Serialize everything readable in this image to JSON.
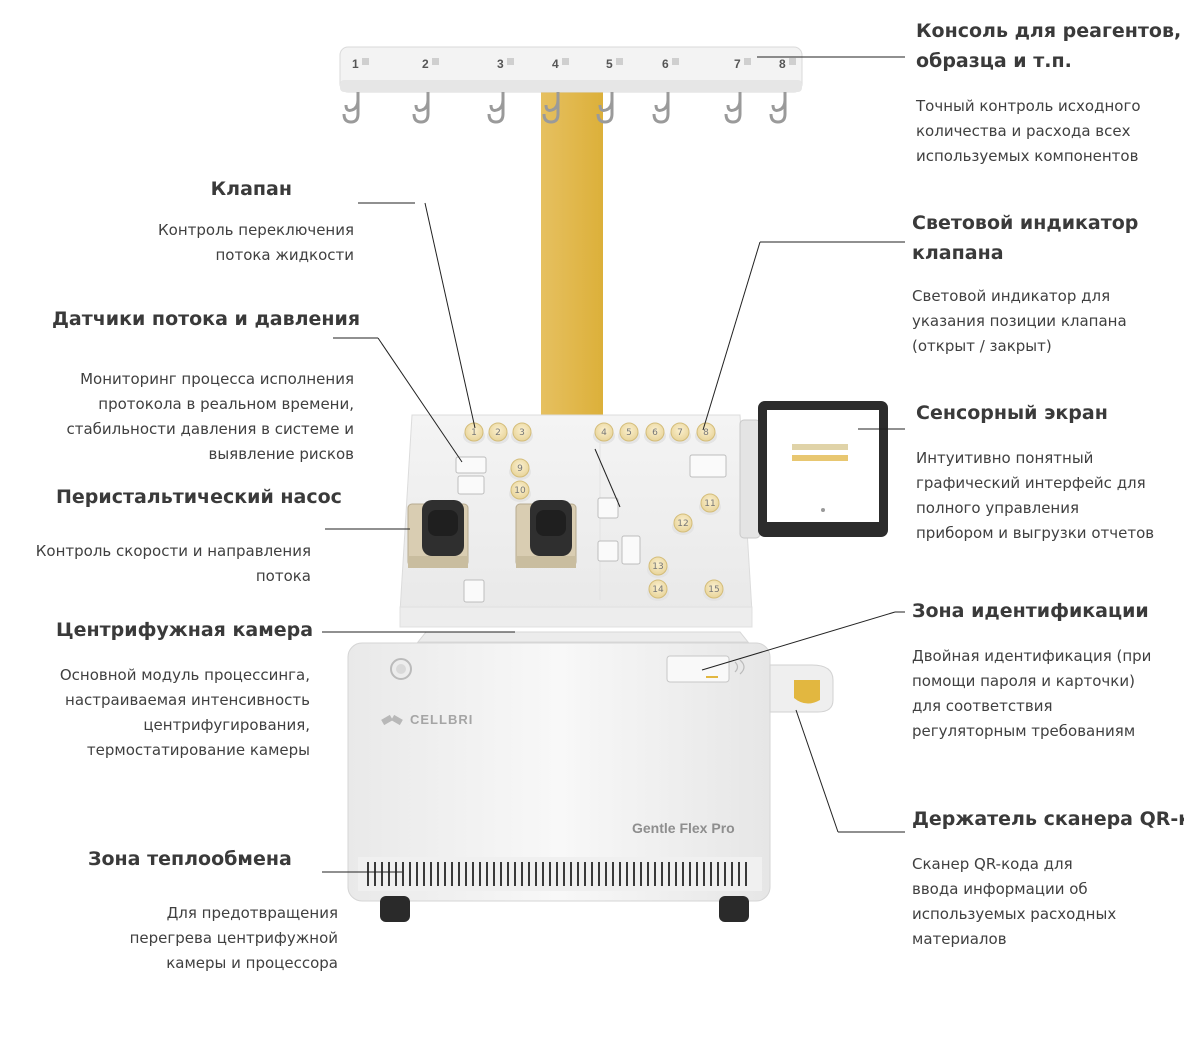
{
  "brand": "CELLBRI",
  "model": "Gentle Flex Pro",
  "rail_numbers": [
    "1",
    "2",
    "3",
    "4",
    "5",
    "6",
    "7",
    "8"
  ],
  "valve_numbers": [
    "1",
    "2",
    "3",
    "4",
    "5",
    "6",
    "7",
    "8",
    "9",
    "10",
    "11",
    "12",
    "13",
    "14",
    "15"
  ],
  "colors": {
    "accent": "#e2b740",
    "body": "#f2f2f2",
    "text": "#3a3a3a"
  },
  "annotations": {
    "console": {
      "title": [
        "Консоль для реагентов,",
        "образца и т.п."
      ],
      "desc": [
        "Точный контроль исходного",
        "количества и расхода всех",
        "используемых компонентов"
      ]
    },
    "indicator": {
      "title": [
        "Световой индикатор",
        "клапана"
      ],
      "desc": [
        "Световой индикатор для",
        "указания позиции клапана",
        "(открыт / закрыт)"
      ]
    },
    "screen": {
      "title": [
        "Сенсорный экран"
      ],
      "desc": [
        "Интуитивно понятный",
        "графический интерфейс для",
        "полного управления",
        "прибором и выгрузки отчетов"
      ]
    },
    "ident": {
      "title": [
        "Зона идентификации"
      ],
      "desc": [
        "Двойная идентификация (при",
        "помощи пароля и карточки)",
        "для соответствия",
        "регуляторным требованиям"
      ]
    },
    "qr": {
      "title": [
        "Держатель сканера QR-кода"
      ],
      "desc": [
        "Сканер QR-кода для",
        "ввода информации об",
        "используемых расходных",
        "материалов"
      ]
    },
    "valve": {
      "title": [
        "Клапан"
      ],
      "desc": [
        "Контроль переключения",
        "потока жидкости"
      ]
    },
    "sensors": {
      "title": [
        "Датчики потока и давления"
      ],
      "desc": [
        "Мониторинг процесса исполнения",
        "протокола в реальном времени,",
        "стабильности давления в системе и",
        "выявление рисков"
      ]
    },
    "pump": {
      "title": [
        "Перистальтический насос"
      ],
      "desc": [
        "Контроль скорости и направления",
        "потока"
      ]
    },
    "centrifuge": {
      "title": [
        "Центрифужная камера"
      ],
      "desc": [
        "Основной модуль процессинга,",
        "настраиваемая интенсивность",
        "центрифугирования,",
        "термостатирование камеры"
      ]
    },
    "heat": {
      "title": [
        "Зона теплообмена"
      ],
      "desc": [
        "Для предотвращения",
        "перегрева центрифужной",
        "камеры и процессора"
      ]
    }
  }
}
